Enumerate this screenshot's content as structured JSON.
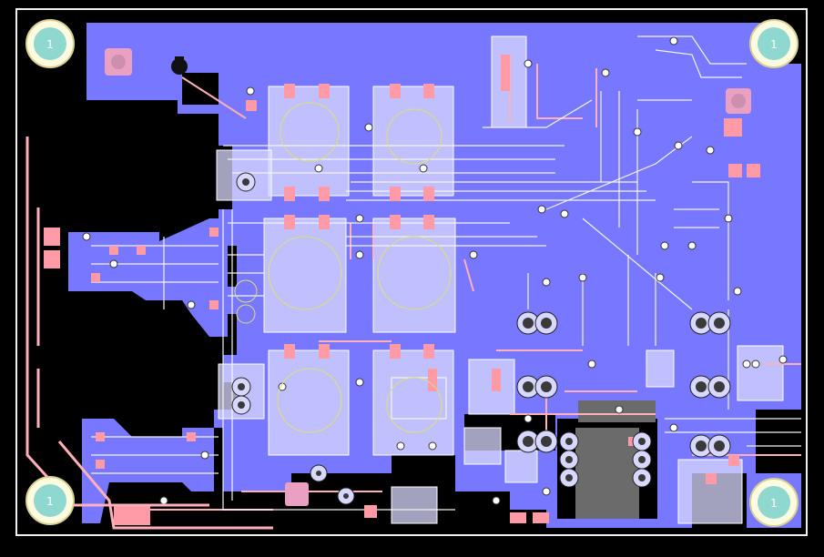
{
  "board": {
    "background": "#000000",
    "copper_color": "#7777ff",
    "silk_color": "#e8e8e8",
    "outline_color": "#f0f0f0",
    "pad_color": "#ff9aa6",
    "trace_color": "#ffb0b8",
    "mounting_holes": [
      {
        "label": "1",
        "pos": "top-left"
      },
      {
        "label": "1",
        "pos": "top-right"
      },
      {
        "label": "1",
        "pos": "bottom-left"
      },
      {
        "label": "1",
        "pos": "bottom-right"
      }
    ]
  }
}
